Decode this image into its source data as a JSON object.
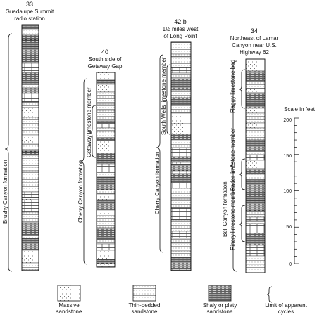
{
  "sections": [
    {
      "number": "33",
      "title_lines": [
        "Guadalupe Summit",
        "radio station"
      ],
      "units": [
        {
          "label": "Brushy Canyon formation"
        }
      ]
    },
    {
      "number": "40",
      "title_lines": [
        "South side of",
        "Getaway Gap"
      ],
      "units": [
        {
          "label": "Cherry Canyon formation"
        },
        {
          "label": "Getaway limestone member"
        }
      ]
    },
    {
      "number": "42 b",
      "title_lines": [
        "1½ miles west",
        "of Long Point"
      ],
      "units": [
        {
          "label": "Cherry Canyon formation"
        },
        {
          "label": "South Wells limestone member"
        }
      ]
    },
    {
      "number": "34",
      "title_lines": [
        "Northeast of Lamar",
        "Canyon near U.S.",
        "Highway 62"
      ],
      "units": [
        {
          "label": "Bell Canyon formation"
        },
        {
          "label": "Flaggy limestone bed"
        },
        {
          "label": "Rader limestone member"
        },
        {
          "label": "Pinery limestone member"
        }
      ]
    }
  ],
  "scale": {
    "title": "Scale in feet",
    "ticks": [
      "200",
      "150",
      "100",
      "50",
      "0"
    ]
  },
  "legend": [
    {
      "label_lines": [
        "Massive",
        "sandstone"
      ],
      "pattern": "massive"
    },
    {
      "label_lines": [
        "Thin-bedded",
        "sandstone"
      ],
      "pattern": "thin"
    },
    {
      "label_lines": [
        "Shaly or platy",
        "sandstone"
      ],
      "pattern": "shaly"
    },
    {
      "label_lines": [
        "Limit of apparent",
        "cycles"
      ],
      "pattern": "brace"
    }
  ]
}
